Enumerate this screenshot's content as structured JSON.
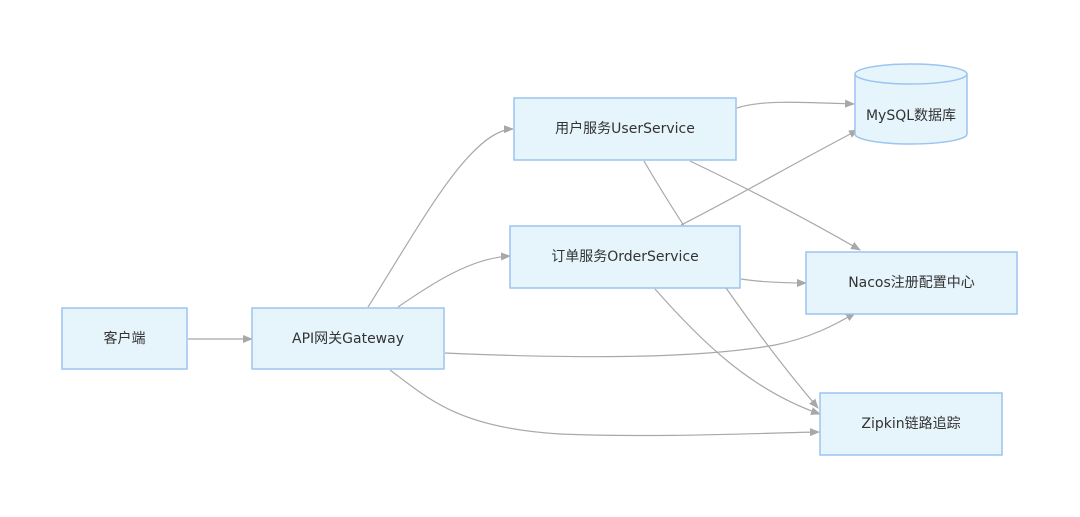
{
  "nodes": {
    "client": "客户端",
    "gateway": "API网关Gateway",
    "user_service": "用户服务UserService",
    "order_service": "订单服务OrderService",
    "mysql": "MySQL数据库",
    "nacos": "Nacos注册配置中心",
    "zipkin": "Zipkin链路追踪"
  },
  "edges": [
    {
      "from": "client",
      "to": "gateway"
    },
    {
      "from": "gateway",
      "to": "user_service"
    },
    {
      "from": "gateway",
      "to": "order_service"
    },
    {
      "from": "gateway",
      "to": "nacos"
    },
    {
      "from": "gateway",
      "to": "zipkin"
    },
    {
      "from": "user_service",
      "to": "mysql"
    },
    {
      "from": "user_service",
      "to": "nacos"
    },
    {
      "from": "user_service",
      "to": "zipkin"
    },
    {
      "from": "order_service",
      "to": "mysql"
    },
    {
      "from": "order_service",
      "to": "nacos"
    },
    {
      "from": "order_service",
      "to": "zipkin"
    }
  ],
  "colors": {
    "node_fill": "#e6f4fc",
    "node_border": "#9bc4f0",
    "edge": "#a8a8a8",
    "text": "#333333"
  }
}
